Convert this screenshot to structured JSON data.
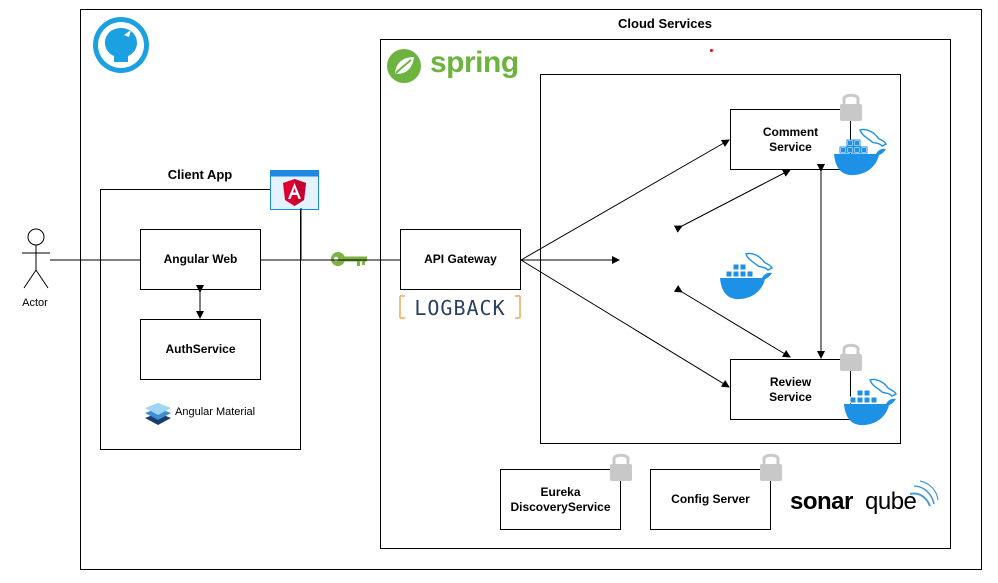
{
  "outer": {
    "title": "Cloud Services"
  },
  "client": {
    "title": "Client App",
    "angular_web": "Angular Web",
    "auth_service": "AuthService",
    "material": "Angular Material"
  },
  "actor": {
    "label": "Actor"
  },
  "spring": {
    "logo_text": "spring"
  },
  "gateway": {
    "label": "API Gateway",
    "logback": "LOGBACK"
  },
  "services": {
    "comment": "Comment Service",
    "review": "Review Service",
    "eureka": "Eureka DiscoveryService",
    "config": "Config Server"
  },
  "sonar": {
    "text_a": "sonar",
    "text_b": "qube"
  },
  "colors": {
    "github": "#1ba1e2",
    "angular_red": "#dd0031",
    "angular_frame": "#1e88e5",
    "spring_green": "#6db33f",
    "docker_blue": "#1d91e6",
    "lock_gray": "#c8c8c8",
    "key_green": "#7cb342",
    "logback": "#f0c080"
  }
}
